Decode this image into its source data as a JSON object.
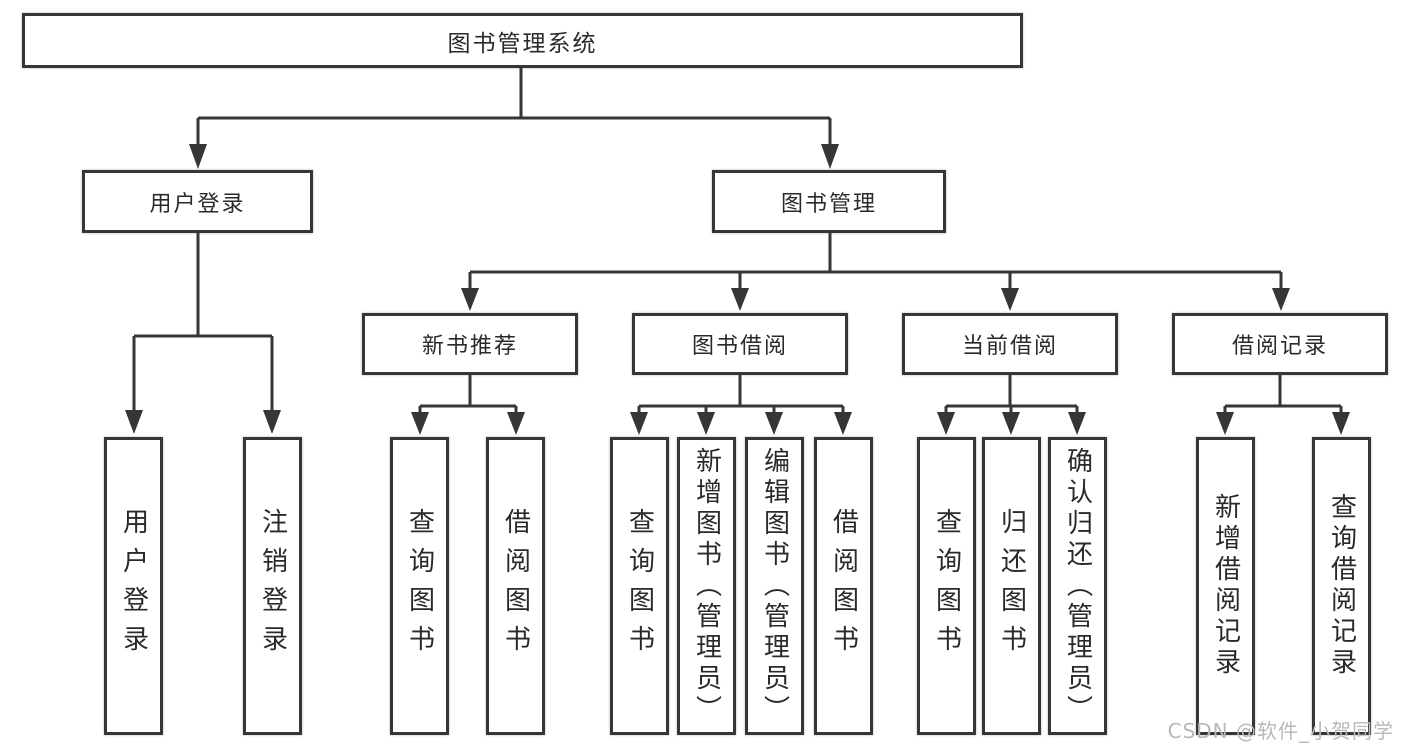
{
  "tree": {
    "label": "图书管理系统",
    "children": [
      {
        "label": "用户登录",
        "children": [
          {
            "label": "用户登录"
          },
          {
            "label": "注销登录"
          }
        ]
      },
      {
        "label": "图书管理",
        "children": [
          {
            "label": "新书推荐",
            "children": [
              {
                "label": "查询图书"
              },
              {
                "label": "借阅图书"
              }
            ]
          },
          {
            "label": "图书借阅",
            "children": [
              {
                "label": "查询图书"
              },
              {
                "label": "新增图书（管理员）"
              },
              {
                "label": "编辑图书（管理员）"
              },
              {
                "label": "借阅图书"
              }
            ]
          },
          {
            "label": "当前借阅",
            "children": [
              {
                "label": "查询图书"
              },
              {
                "label": "归还图书"
              },
              {
                "label": "确认归还（管理员）"
              }
            ]
          },
          {
            "label": "借阅记录",
            "children": [
              {
                "label": "新增借阅记录"
              },
              {
                "label": "查询借阅记录"
              }
            ]
          }
        ]
      }
    ]
  },
  "watermark": {
    "text": "CSDN @软件_小贺同学"
  },
  "colors": {
    "line": "#363636",
    "text": "#2a2a2a",
    "watermark": "#b9b9b9",
    "background": "#ffffff"
  }
}
